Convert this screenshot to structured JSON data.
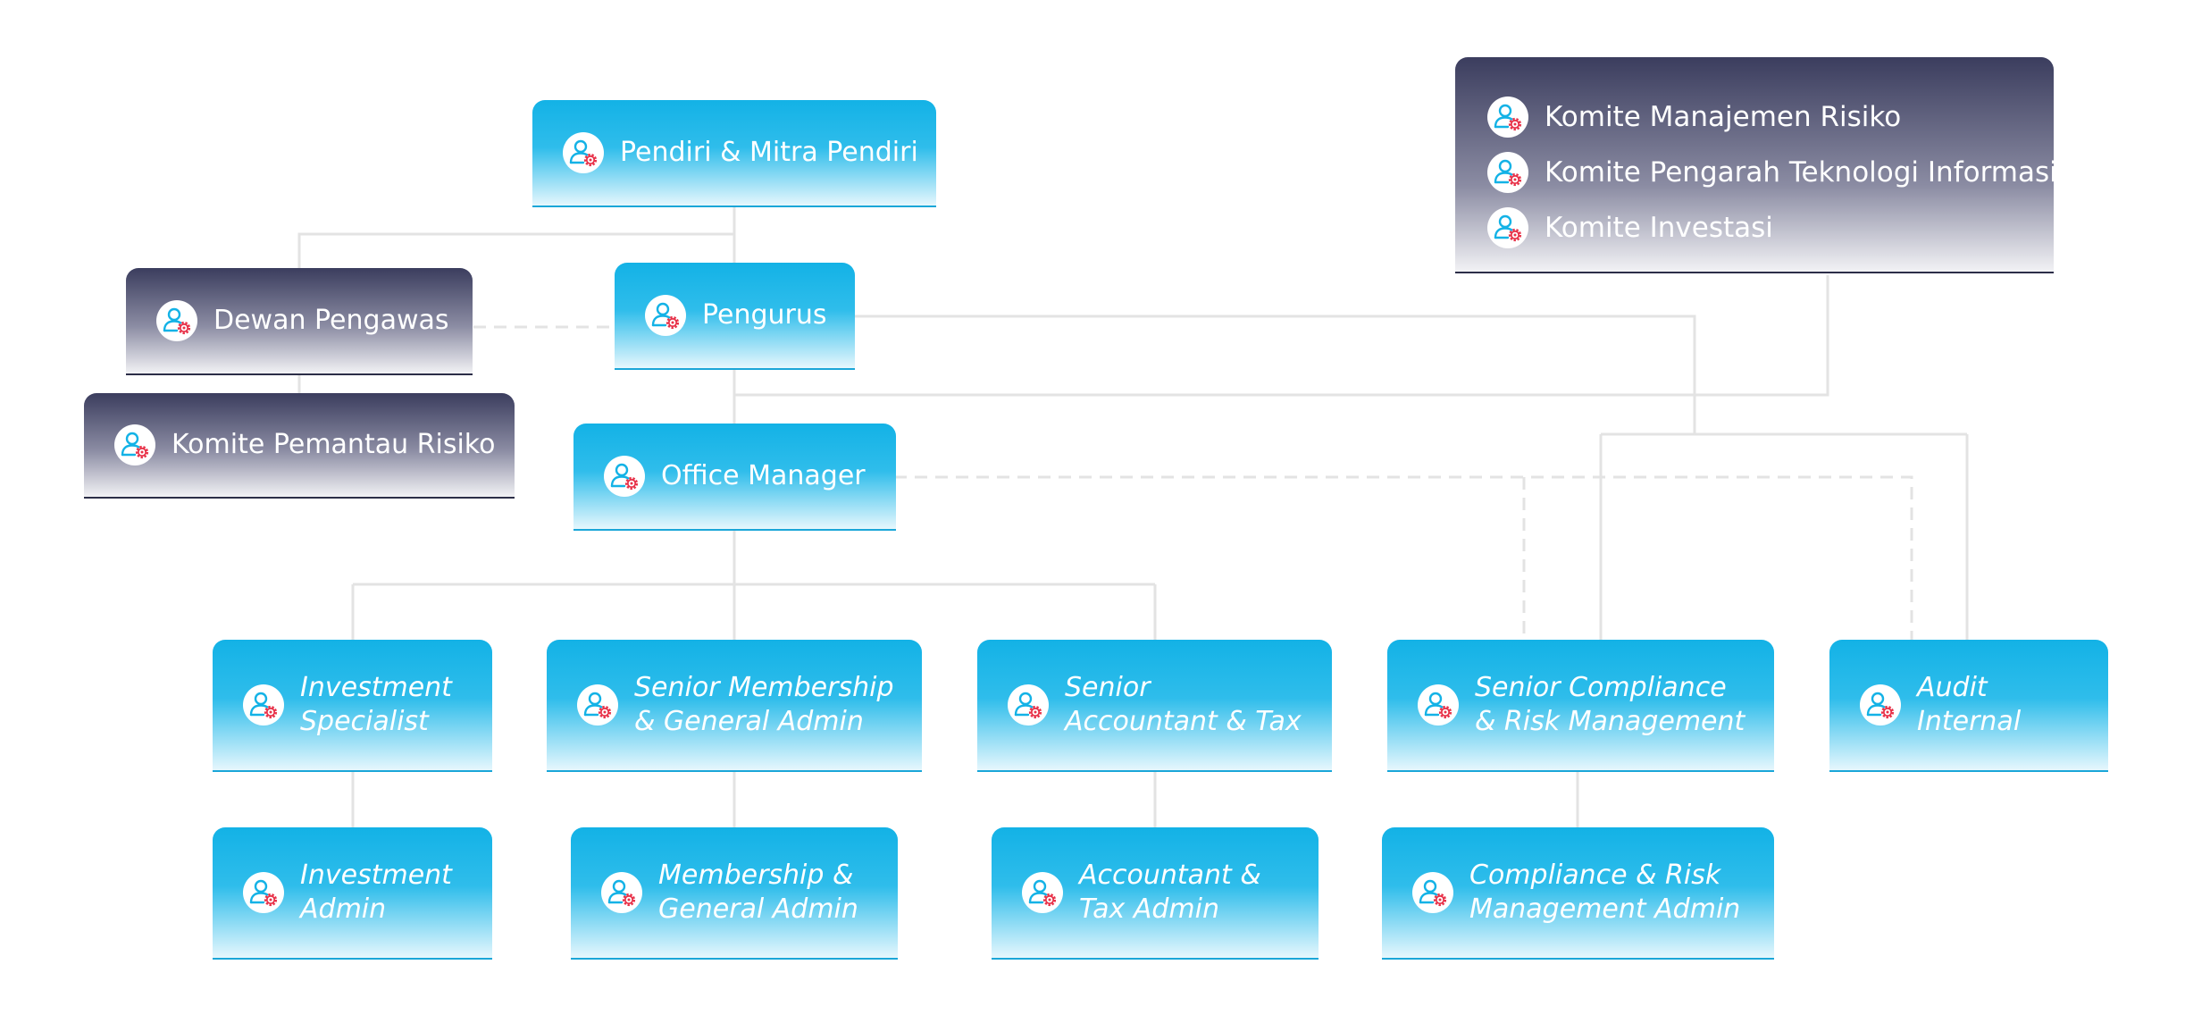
{
  "icon": "user-gear-icon",
  "colors": {
    "node_blue": "#13b2e6",
    "node_dark": "#3b3d5e",
    "connector": "#e3e3e3",
    "gear": "#e8334a",
    "text": "#ffffff"
  },
  "nodes": {
    "pendiri": "Pendiri & Mitra Pendiri",
    "dewan_pengawas": "Dewan Pengawas",
    "komite_pemantau": "Komite Pemantau Risiko",
    "pengurus": "Pengurus",
    "office_manager": "Office Manager",
    "investment_specialist": {
      "line1": "Investment",
      "line2": "Specialist"
    },
    "senior_membership": {
      "line1": "Senior Membership",
      "line2": "& General Admin"
    },
    "senior_accountant": {
      "line1": "Senior",
      "line2": "Accountant & Tax"
    },
    "senior_compliance": {
      "line1": "Senior Compliance",
      "line2": "& Risk Management"
    },
    "audit_internal": {
      "line1": "Audit",
      "line2": "Internal"
    },
    "investment_admin": {
      "line1": "Investment",
      "line2": "Admin"
    },
    "membership_admin": {
      "line1": "Membership &",
      "line2": "General Admin"
    },
    "accountant_admin": {
      "line1": "Accountant &",
      "line2": "Tax Admin"
    },
    "compliance_admin": {
      "line1": "Compliance & Risk",
      "line2": "Management Admin"
    }
  },
  "committees": [
    "Komite Manajemen Risiko",
    "Komite Pengarah Teknologi Informasi",
    "Komite Investasi"
  ]
}
